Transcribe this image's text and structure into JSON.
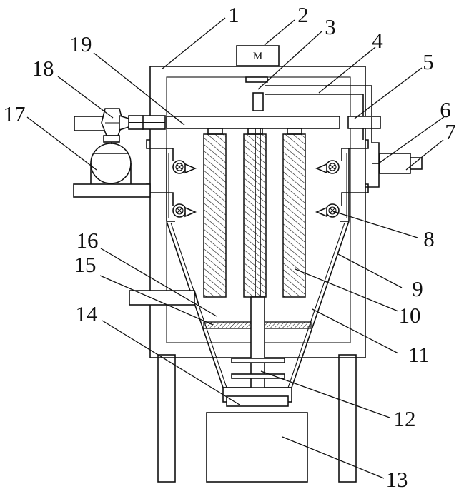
{
  "motor_label": "M",
  "callouts": [
    "1",
    "2",
    "3",
    "4",
    "5",
    "6",
    "7",
    "8",
    "9",
    "10",
    "11",
    "12",
    "13",
    "14",
    "15",
    "16",
    "17",
    "18",
    "19"
  ]
}
